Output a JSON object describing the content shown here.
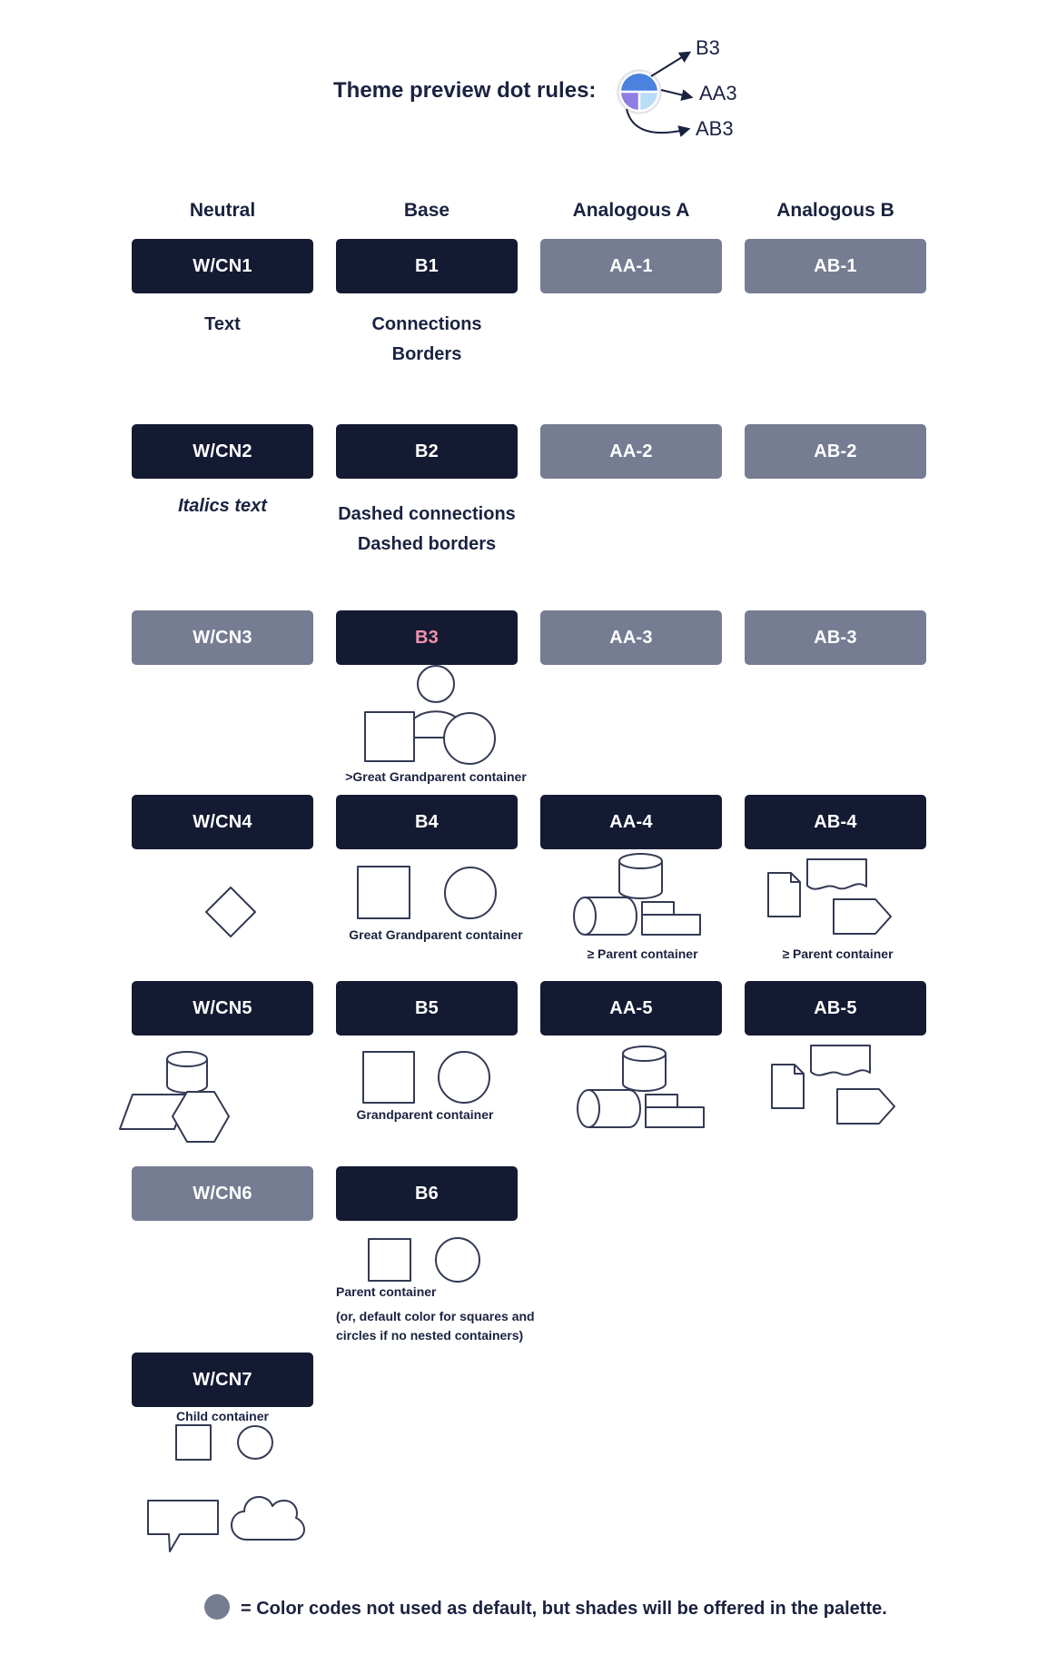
{
  "title": "Theme preview dot rules:",
  "dot": {
    "labels": [
      "B3",
      "AA3",
      "AB3"
    ]
  },
  "headers": [
    "Neutral",
    "Base",
    "Analogous A",
    "Analogous B"
  ],
  "pills": {
    "wcn1": "W/CN1",
    "b1": "B1",
    "aa1": "AA-1",
    "ab1": "AB-1",
    "wcn2": "W/CN2",
    "b2": "B2",
    "aa2": "AA-2",
    "ab2": "AB-2",
    "wcn3": "W/CN3",
    "b3": "B3",
    "aa3": "AA-3",
    "ab3": "AB-3",
    "wcn4": "W/CN4",
    "b4": "B4",
    "aa4": "AA-4",
    "ab4": "AB-4",
    "wcn5": "W/CN5",
    "b5": "B5",
    "aa5": "AA-5",
    "ab5": "AB-5",
    "wcn6": "W/CN6",
    "b6": "B6",
    "wcn7": "W/CN7"
  },
  "captions": {
    "text": "Text",
    "connections": "Connections",
    "borders": "Borders",
    "italics_text": "Italics text",
    "dashed_connections": "Dashed connections",
    "dashed_borders": "Dashed borders",
    "b3": ">Great Grandparent container",
    "b4": "Great Grandparent container",
    "aa4": "≥ Parent container",
    "ab4": "≥ Parent container",
    "b5": "Grandparent container",
    "b6_1": "Parent container",
    "b6_2": "(or, default color for squares and",
    "b6_3": "circles if no nested containers)",
    "wcn7": "Child container"
  },
  "legend": {
    "text": "= Color codes not used as default, but shades will be offered in the palette."
  },
  "colors": {
    "dark_pill": "#151a33",
    "gray_pill": "#767d92",
    "pink_label": "#ef93a8",
    "ink": "#1b2240",
    "dot_blue": "#4a82dd",
    "dot_violet": "#8d7ee3",
    "dot_pale_blue": "#b9ddf6"
  }
}
